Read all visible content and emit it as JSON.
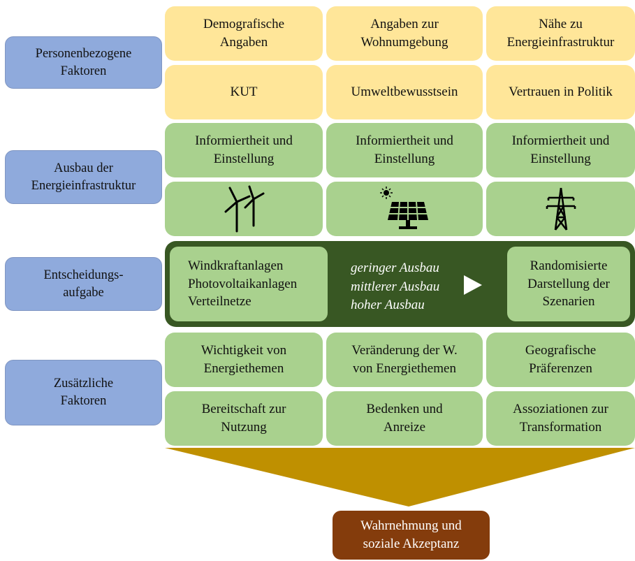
{
  "rows": {
    "personal": {
      "label": "Personenbezogene\nFaktoren",
      "cells": [
        "Demografische\nAngaben",
        "Angaben zur\nWohnumgebung",
        "Nähe zu\nEnergieinfrastruktur",
        "KUT",
        "Umweltbewusstsein",
        "Vertrauen in Politik"
      ]
    },
    "infrastructure": {
      "label": "Ausbau der\nEnergieinfrastruktur",
      "cells": [
        "Informiertheit und\nEinstellung",
        "Informiertheit und\nEinstellung",
        "Informiertheit und\nEinstellung"
      ],
      "icons": [
        "wind-turbine-icon",
        "solar-panel-icon",
        "power-pylon-icon"
      ]
    },
    "decision": {
      "label": "Entscheidungs-\naufgabe",
      "types": "Windkraftanlagen\nPhotovoltaikanlagen\nVerteilnetze",
      "levels": "geringer Ausbau\nmittlerer Ausbau\nhoher Ausbau",
      "randomized": "Randomisierte\nDarstellung der\nSzenarien"
    },
    "additional": {
      "label": "Zusätzliche\nFaktoren",
      "cells": [
        "Wichtigkeit von\nEnergiethemen",
        "Veränderung der W.\nvon Energiethemen",
        "Geografische\nPräferenzen",
        "Bereitschaft zur\nNutzung",
        "Bedenken und\nAnreize",
        "Assoziationen zur\nTransformation"
      ]
    }
  },
  "result": "Wahrnehmung und\nsoziale Akzeptanz",
  "colors": {
    "side": "#8faadc",
    "personal": "#ffe699",
    "green": "#a9d18e",
    "decision_band": "#385723",
    "funnel": "#bf9000",
    "result": "#843c0c"
  }
}
